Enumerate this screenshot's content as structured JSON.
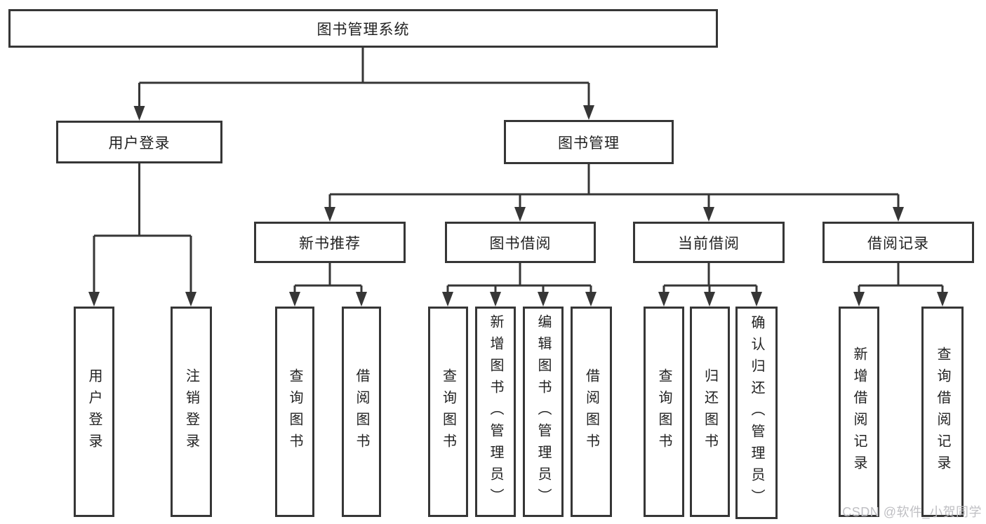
{
  "diagram_type": "hierarchy-tree",
  "colors": {
    "line": "#363636",
    "border": "#363636",
    "text": "#222222",
    "background": "#ffffff",
    "watermark": "#bfbfc3"
  },
  "tree": {
    "label": "图书管理系统",
    "children": [
      {
        "label": "用户登录",
        "children": [
          {
            "label": "用户登录"
          },
          {
            "label": "注销登录"
          }
        ]
      },
      {
        "label": "图书管理",
        "children": [
          {
            "label": "新书推荐",
            "children": [
              {
                "label": "查询图书"
              },
              {
                "label": "借阅图书"
              }
            ]
          },
          {
            "label": "图书借阅",
            "children": [
              {
                "label": "查询图书"
              },
              {
                "label": "新增图书（管理员）"
              },
              {
                "label": "编辑图书（管理员）"
              },
              {
                "label": "借阅图书"
              }
            ]
          },
          {
            "label": "当前借阅",
            "children": [
              {
                "label": "查询图书"
              },
              {
                "label": "归还图书"
              },
              {
                "label": "确认归还（管理员）"
              }
            ]
          },
          {
            "label": "借阅记录",
            "children": [
              {
                "label": "新增借阅记录"
              },
              {
                "label": "查询借阅记录"
              }
            ]
          }
        ]
      }
    ]
  },
  "watermark": {
    "text": "CSDN @软件_小贺同学"
  }
}
